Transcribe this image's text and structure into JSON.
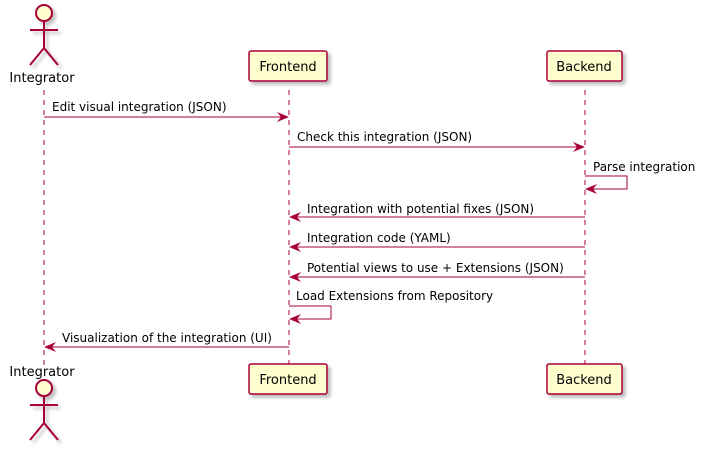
{
  "participants": [
    {
      "id": "integrator",
      "type": "actor",
      "label": "Integrator"
    },
    {
      "id": "frontend",
      "type": "box",
      "label": "Frontend"
    },
    {
      "id": "backend",
      "type": "box",
      "label": "Backend"
    }
  ],
  "messages": [
    {
      "from": "integrator",
      "to": "frontend",
      "label": "Edit visual integration (JSON)"
    },
    {
      "from": "frontend",
      "to": "backend",
      "label": "Check this integration (JSON)"
    },
    {
      "from": "backend",
      "to": "backend",
      "label": "Parse integration"
    },
    {
      "from": "backend",
      "to": "frontend",
      "label": "Integration with potential fixes (JSON)"
    },
    {
      "from": "backend",
      "to": "frontend",
      "label": "Integration code (YAML)"
    },
    {
      "from": "backend",
      "to": "frontend",
      "label": "Potential views to use + Extensions (JSON)"
    },
    {
      "from": "frontend",
      "to": "frontend",
      "label": "Load Extensions from Repository"
    },
    {
      "from": "frontend",
      "to": "integrator",
      "label": "Visualization of the integration (UI)"
    }
  ],
  "colors": {
    "line": "#A80036",
    "box_fill": "#FEFECE",
    "box_stroke": "#A80036",
    "text": "#000000"
  }
}
